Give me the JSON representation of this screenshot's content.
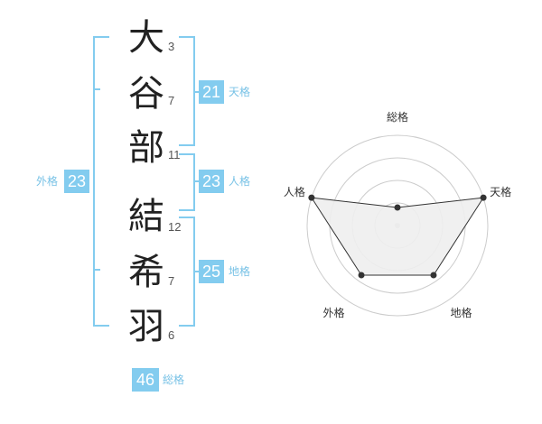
{
  "name_chars": [
    {
      "char": "大",
      "strokes": "3"
    },
    {
      "char": "谷",
      "strokes": "7"
    },
    {
      "char": "部",
      "strokes": "11"
    },
    {
      "char": "結",
      "strokes": "12"
    },
    {
      "char": "希",
      "strokes": "7"
    },
    {
      "char": "羽",
      "strokes": "6"
    }
  ],
  "kakusu": {
    "tenkaku": {
      "value": "21",
      "label": "天格"
    },
    "jinkaku": {
      "value": "23",
      "label": "人格"
    },
    "chikaku": {
      "value": "25",
      "label": "地格"
    },
    "gaikaku": {
      "value": "23",
      "label": "外格"
    },
    "soukaku": {
      "value": "46",
      "label": "総格"
    }
  },
  "colors": {
    "accent": "#83ccef",
    "text": "#222222"
  },
  "chart_data": {
    "type": "radar",
    "axes": [
      "総格",
      "天格",
      "地格",
      "外格",
      "人格"
    ],
    "values": [
      0.0,
      1.0,
      0.6,
      0.6,
      1.0
    ],
    "rings": 4,
    "fill": "#eeeeee",
    "stroke": "#333333"
  }
}
